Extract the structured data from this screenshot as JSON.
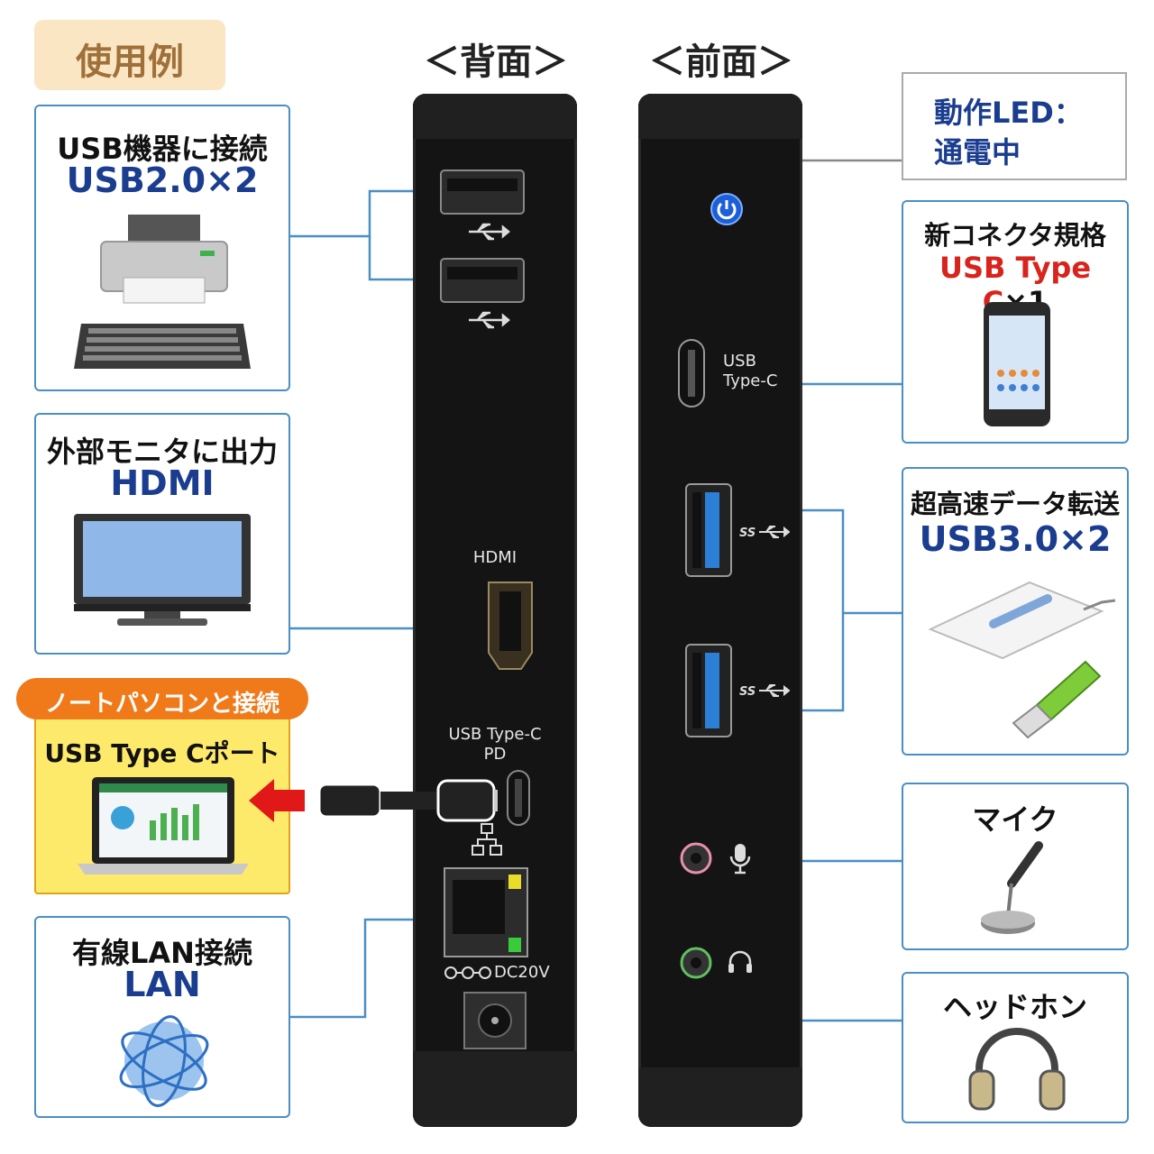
{
  "header": {
    "usage_tag": "使用例",
    "back_title": "＜背面＞",
    "front_title": "＜前面＞"
  },
  "left": {
    "usb2": {
      "title": "USB機器に接続",
      "sub": "USB2.0×2"
    },
    "hdmi": {
      "title": "外部モニタに出力",
      "sub": "HDMI"
    },
    "laptop": {
      "banner": "ノートパソコンと接続",
      "title": "USB Type Cポート"
    },
    "lan": {
      "title": "有線LAN接続",
      "sub": "LAN"
    }
  },
  "right": {
    "led": {
      "line1": "動作LED：",
      "line2": "通電中"
    },
    "typec": {
      "title": "新コネクタ規格",
      "sub_red": "USB Type C",
      "sub_suffix": "×1"
    },
    "usb3": {
      "title": "超高速データ転送",
      "sub": "USB3.0×2"
    },
    "mic": {
      "title": "マイク"
    },
    "headphone": {
      "title": "ヘッドホン"
    }
  },
  "back_panel": {
    "hdmi_label": "HDMI",
    "typec_label_1": "USB Type-C",
    "typec_label_2": "PD",
    "dc_label": "DC20V"
  },
  "front_panel": {
    "typec_label_1": "USB",
    "typec_label_2": "Type-C"
  },
  "colors": {
    "accent_blue": "#4a8fc4",
    "text_blue": "#1a3d8f",
    "red": "#d8241c",
    "orange": "#f07a1a",
    "yellow": "#fde96a"
  }
}
